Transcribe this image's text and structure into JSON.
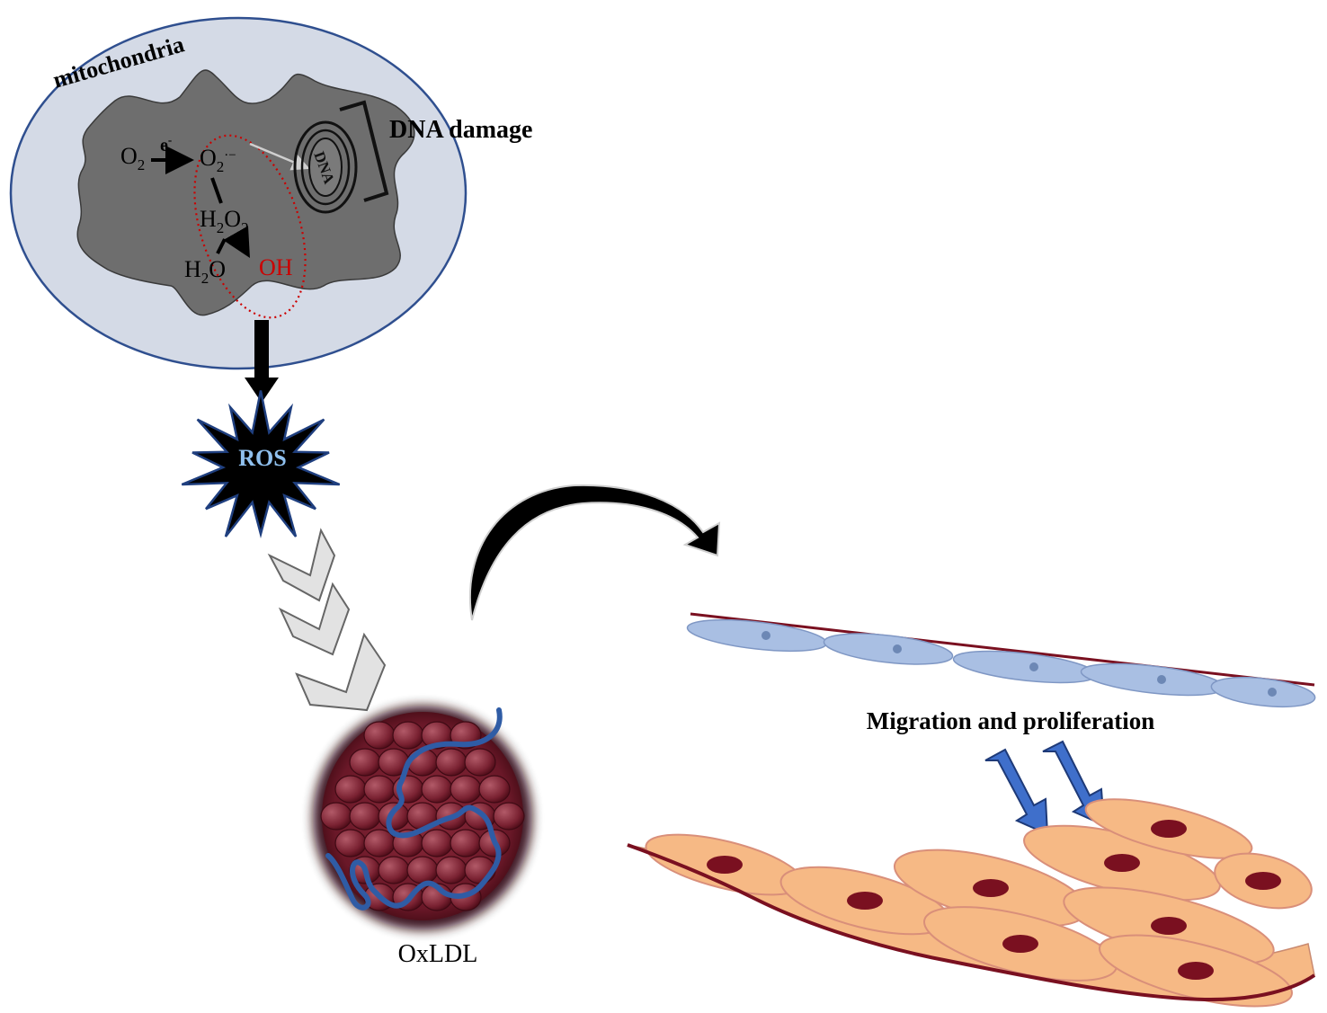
{
  "mitochondria": {
    "label": "mitochondria",
    "reactions": {
      "o2": "O",
      "o2_sub": "2",
      "electron": "e",
      "electron_sup": "-",
      "superoxide": "O",
      "superoxide_sub": "2",
      "superoxide_sup": "·−",
      "h2o2_h": "H",
      "h2o2_sub1": "2",
      "h2o2_o": "O",
      "h2o2_sub2": "2",
      "h2o_h": "H",
      "h2o_sub": "2",
      "h2o_o": "O",
      "hydroxyl": "OH"
    },
    "dna_label": "DNA damage",
    "dna_text": "DNA"
  },
  "ros": {
    "label": "ROS"
  },
  "oxldl": {
    "label": "OxLDL"
  },
  "vessel": {
    "caption": "Migration and proliferation"
  },
  "colors": {
    "mito_outer": "#d4dae6",
    "mito_outer_stroke": "#2f4f8f",
    "mito_inner": "#6e6e6e",
    "hydroxyl_red": "#cc0000",
    "ros_text": "#8fc0ee",
    "chevron_fill": "#e0e0e0",
    "endothelial": "#a9bfe3",
    "smc_fill": "#f6b985",
    "smc_nucleus": "#7a1020",
    "blue_arrow": "#3f6fcb",
    "vessel_line": "#7a1020"
  }
}
